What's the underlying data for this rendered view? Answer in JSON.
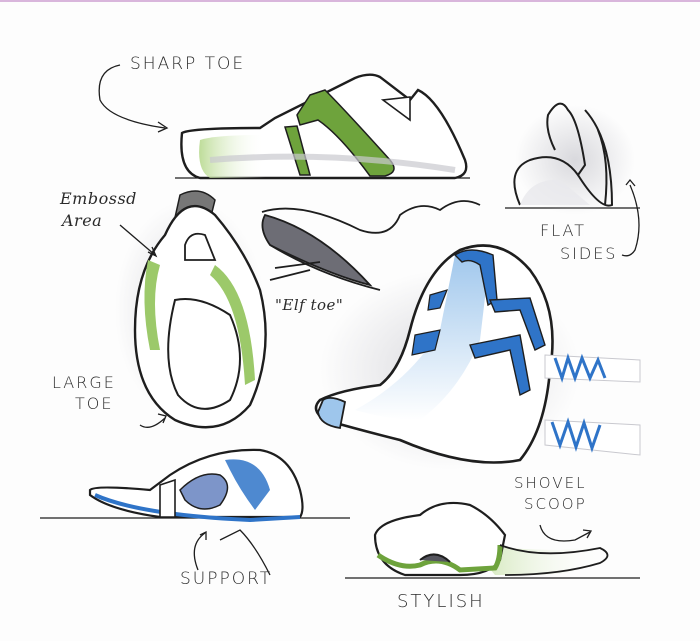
{
  "sketch": {
    "colors": {
      "paper": "#fdfdfd",
      "ink": "#1e1e1e",
      "green": "#6ea33c",
      "green_light": "#b7d98e",
      "blue": "#2f74c8",
      "blue_light": "#9ec6ec",
      "gray_shade": "#c9c9cf"
    },
    "annotations": {
      "sharp_toe": "SHARP TOE",
      "embossed_line1": "Embossd",
      "embossed_line2": "Area",
      "flat_line1": "FLAT",
      "flat_line2": "SIDES",
      "elf_toe": "\"Elf toe\"",
      "large_line1": "LARGE",
      "large_line2": "TOE",
      "shovel_line1": "SHOVEL",
      "shovel_line2": "SCOOP",
      "support": "SUPPORT",
      "stylish": "STYLISH"
    }
  }
}
